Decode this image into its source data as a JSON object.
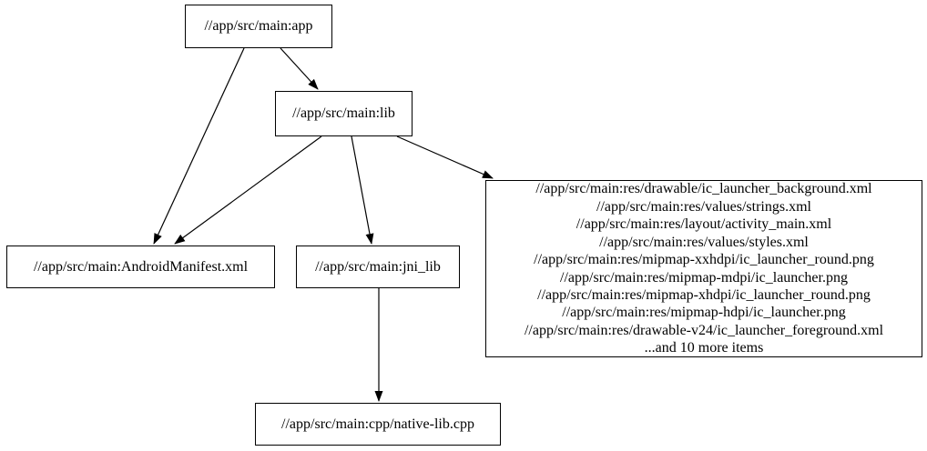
{
  "diagram": {
    "type": "build-dependency-graph",
    "background_color": "#ffffff",
    "node_border_color": "#000000",
    "edge_color": "#000000",
    "text_color": "#000000",
    "nodes": {
      "app": {
        "label": "//app/src/main:app"
      },
      "lib": {
        "label": "//app/src/main:lib"
      },
      "android_manifest": {
        "label": "//app/src/main:AndroidManifest.xml"
      },
      "jni_lib": {
        "label": "//app/src/main:jni_lib"
      },
      "res_group": {
        "lines": [
          "//app/src/main:res/drawable/ic_launcher_background.xml",
          "//app/src/main:res/values/strings.xml",
          "//app/src/main:res/layout/activity_main.xml",
          "//app/src/main:res/values/styles.xml",
          "//app/src/main:res/mipmap-xxhdpi/ic_launcher_round.png",
          "//app/src/main:res/mipmap-mdpi/ic_launcher.png",
          "//app/src/main:res/mipmap-xhdpi/ic_launcher_round.png",
          "//app/src/main:res/mipmap-hdpi/ic_launcher.png",
          "//app/src/main:res/drawable-v24/ic_launcher_foreground.xml",
          "...and 10 more items"
        ]
      },
      "native_lib": {
        "label": "//app/src/main:cpp/native-lib.cpp"
      }
    },
    "edges": [
      {
        "from": "app",
        "to": "android_manifest"
      },
      {
        "from": "app",
        "to": "lib"
      },
      {
        "from": "lib",
        "to": "android_manifest"
      },
      {
        "from": "lib",
        "to": "jni_lib"
      },
      {
        "from": "lib",
        "to": "res_group"
      },
      {
        "from": "jni_lib",
        "to": "native_lib"
      }
    ]
  }
}
